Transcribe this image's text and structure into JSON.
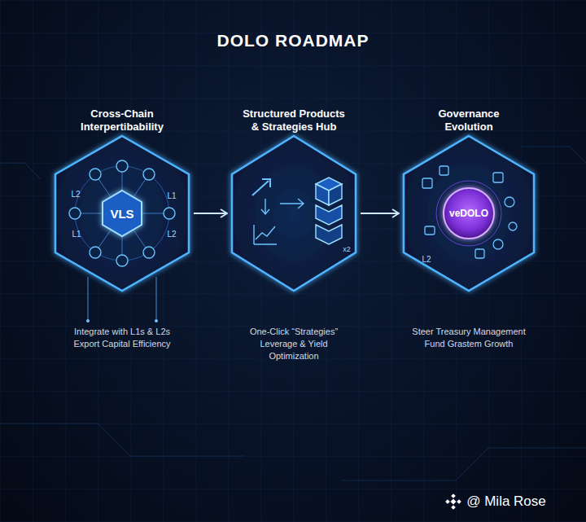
{
  "diagram": {
    "title": "DOLO ROADMAP",
    "nodes": [
      {
        "text": [
          "Cross-Chain Interpertibability",
          "Integrate with L1s & L2s Export Capital Efficiency"
        ]
      },
      {
        "text": [
          "Structured Products & Strategies Hub",
          "One-Click “Strategies” Leverage & Yield Optimization"
        ]
      },
      {
        "text": [
          "Governance Evolution",
          "Steer Treasury Management Fund Grastem Growth"
        ]
      }
    ],
    "edges": [
      {
        "from": 0,
        "to": 1,
        "arrow": "to"
      },
      {
        "from": 1,
        "to": 2,
        "arrow": "to"
      }
    ],
    "labels": [
      "VLS",
      "L2",
      "L1",
      "L1",
      "L2",
      "x2",
      "veDOLO",
      "L2",
      "@ Mila Rose"
    ]
  }
}
